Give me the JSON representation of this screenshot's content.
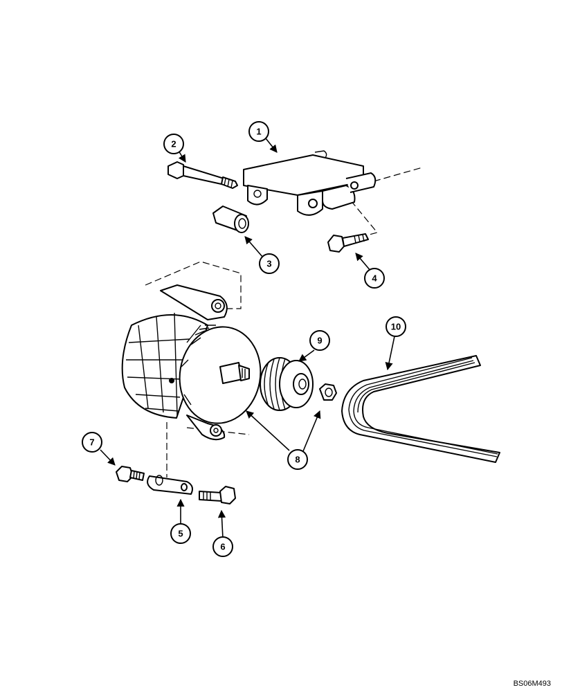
{
  "callouts": [
    {
      "id": "1",
      "label": "1"
    },
    {
      "id": "2",
      "label": "2"
    },
    {
      "id": "3",
      "label": "3"
    },
    {
      "id": "4",
      "label": "4"
    },
    {
      "id": "5",
      "label": "5"
    },
    {
      "id": "6",
      "label": "6"
    },
    {
      "id": "7",
      "label": "7"
    },
    {
      "id": "8",
      "label": "8"
    },
    {
      "id": "9",
      "label": "9"
    },
    {
      "id": "10",
      "label": "10"
    }
  ],
  "drawing_code": "BS06M493"
}
